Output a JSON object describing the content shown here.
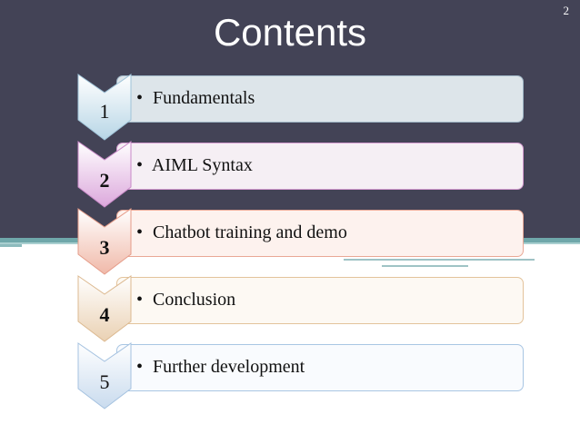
{
  "slide": {
    "title": "Contents",
    "page_number": "2",
    "items": [
      {
        "number": "1",
        "label": "Fundamentals",
        "bullet": "•",
        "box_fill": "#dde5ea",
        "box_border": "#9db4c4",
        "chev_top": "#ffffff",
        "chev_bottom": "#b8d6e6",
        "chev_border": "#9fc3d8"
      },
      {
        "number": "2",
        "label": "AIML Syntax",
        "bullet": "•",
        "box_fill": "#f5eff4",
        "box_border": "#d49bd0",
        "chev_top": "#ffffff",
        "chev_bottom": "#dca8dc",
        "chev_border": "#c98ac8"
      },
      {
        "number": "3",
        "label": "Chatbot training and demo",
        "bullet": "•",
        "box_fill": "#fdf2ee",
        "box_border": "#e9a896",
        "chev_top": "#ffffff",
        "chev_bottom": "#f0b9a9",
        "chev_border": "#e59c89"
      },
      {
        "number": "4",
        "label": "Conclusion",
        "bullet": "•",
        "box_fill": "#fdf9f3",
        "box_border": "#e3c39b",
        "chev_top": "#ffffff",
        "chev_bottom": "#ead1b3",
        "chev_border": "#dcb990"
      },
      {
        "number": "5",
        "label": "Further development",
        "bullet": "•",
        "box_fill": "#f9fbfe",
        "box_border": "#a9c6e3",
        "chev_top": "#ffffff",
        "chev_bottom": "#c9dbee",
        "chev_border": "#a5c2e0"
      }
    ]
  }
}
